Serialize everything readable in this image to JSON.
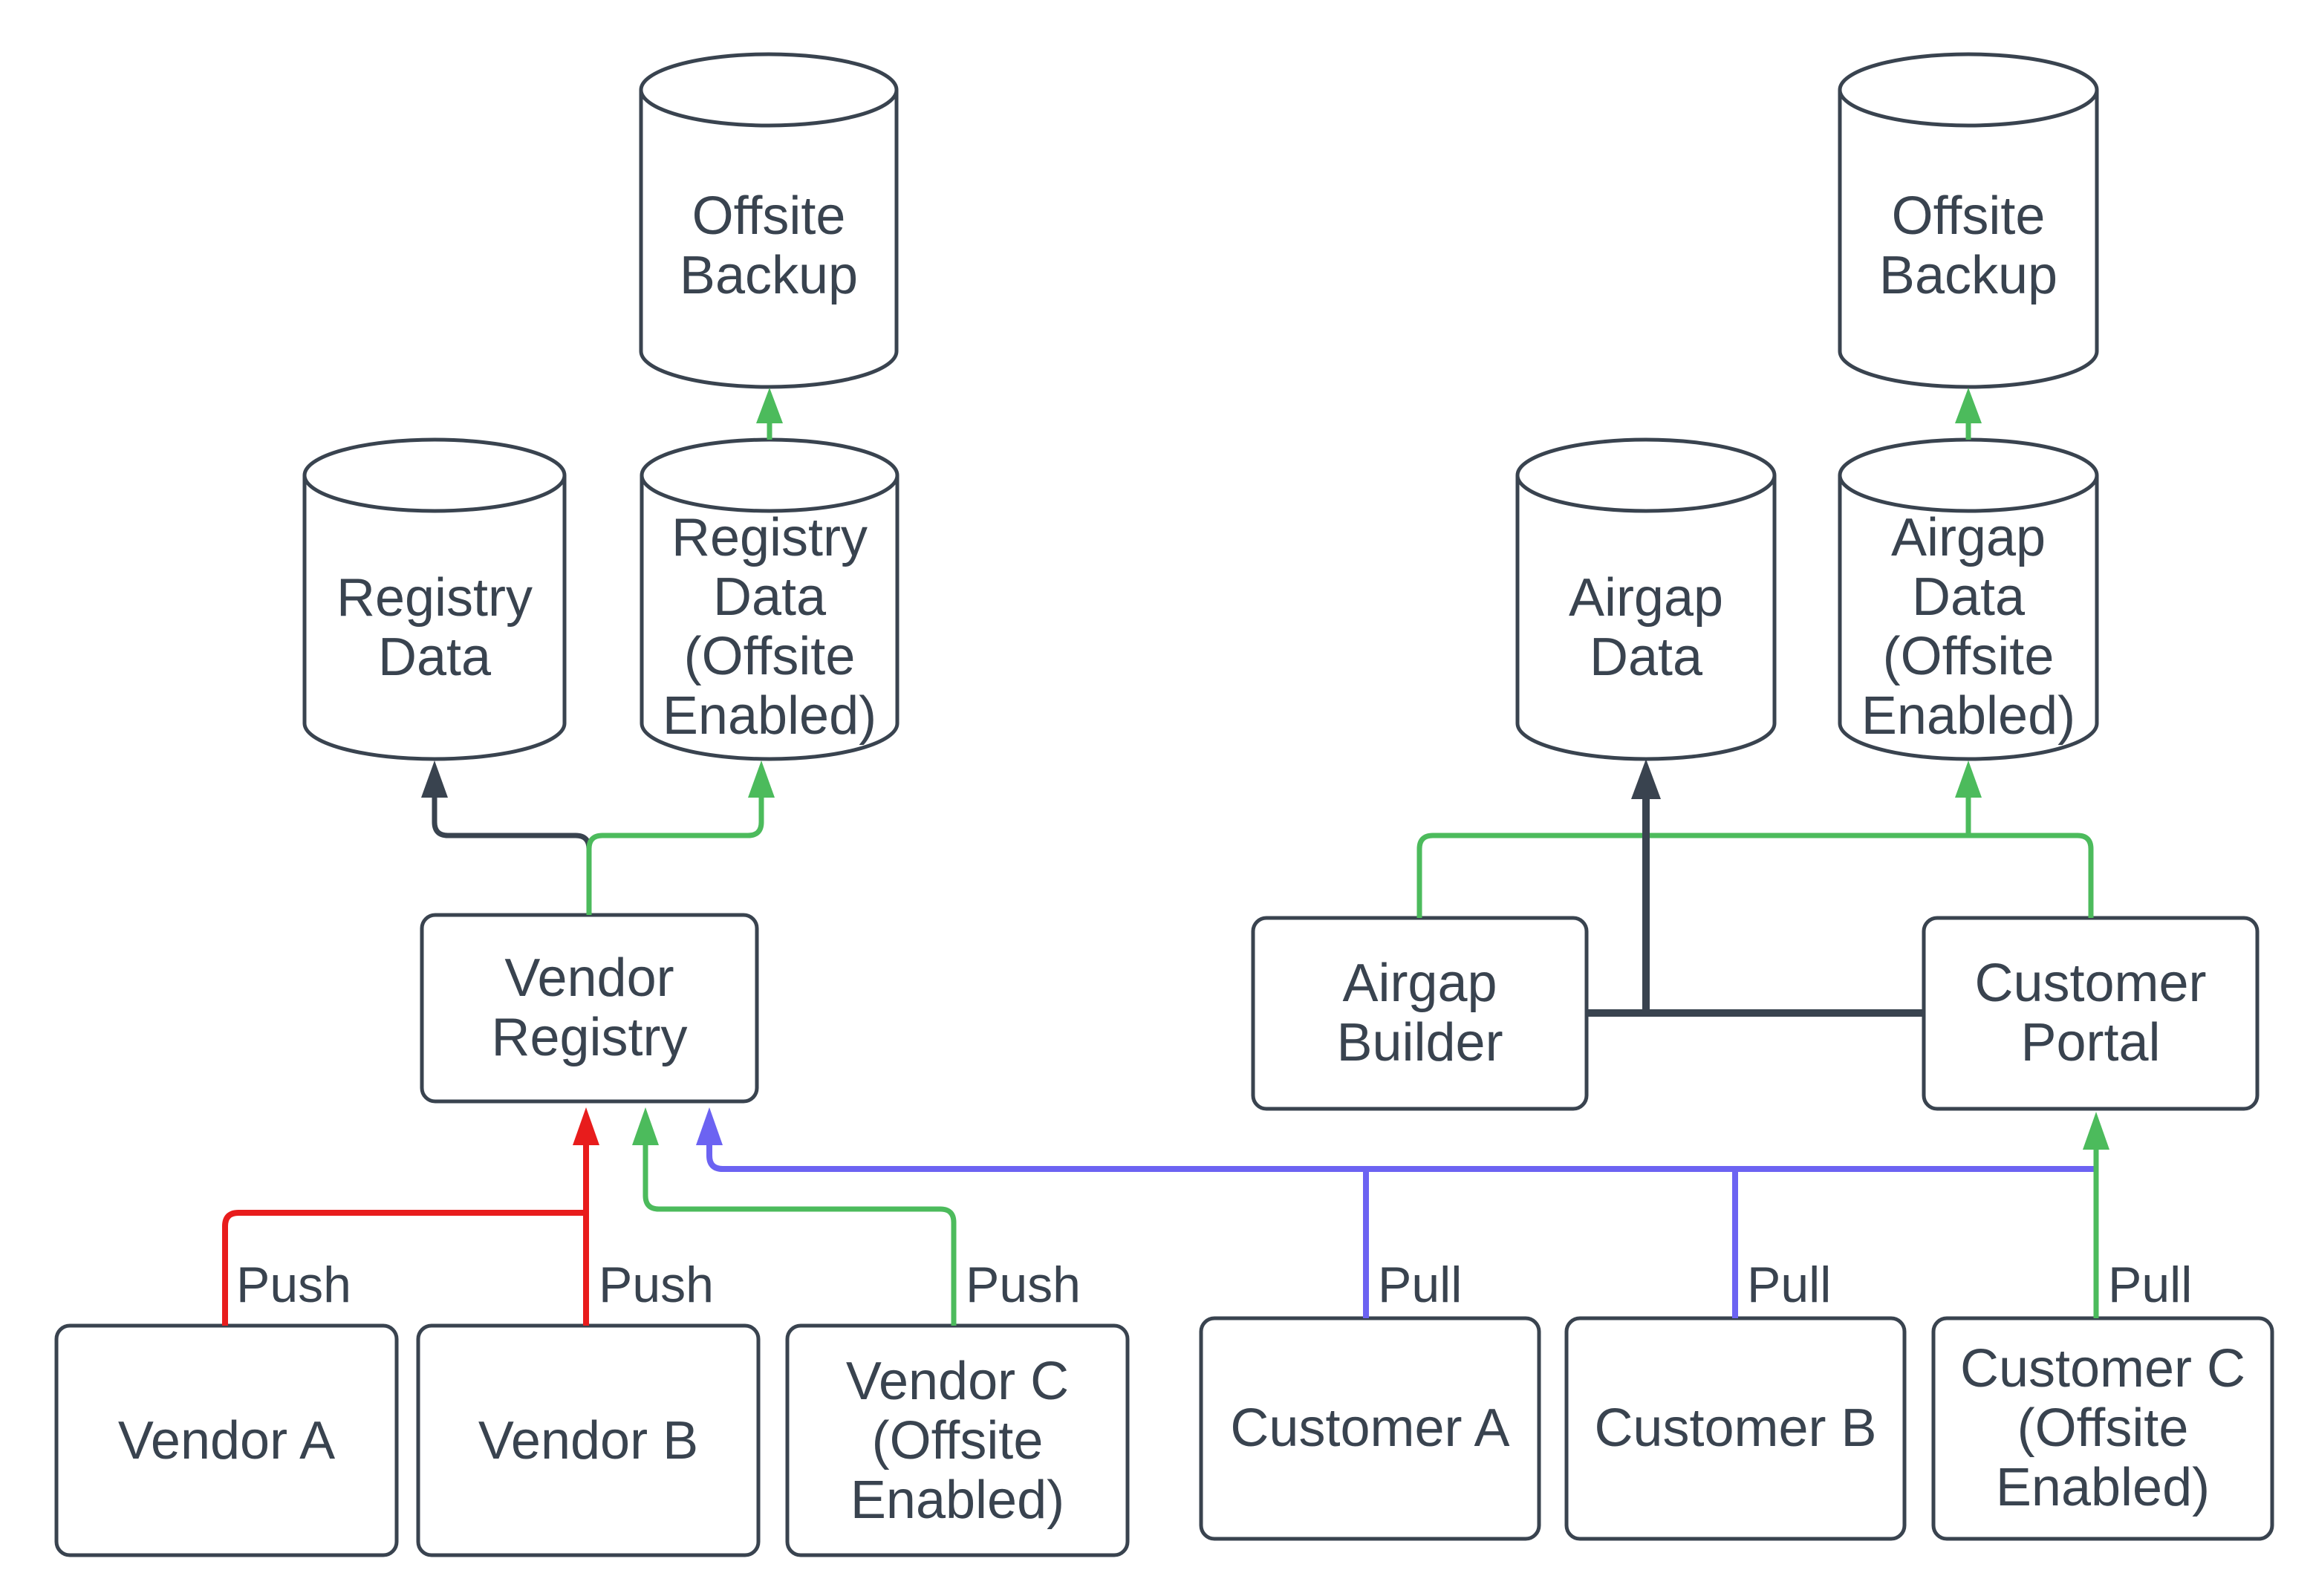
{
  "diagram": {
    "title": "Vendor registry and customer pull architecture with offsite backup",
    "colors": {
      "shape_stroke": "#39434F",
      "text": "#39434F",
      "background": "#FFFFFF",
      "push_red": "#E81C1C",
      "offsite_green": "#4CBB5C",
      "pull_blue": "#6C63F2",
      "data_dark": "#39434F"
    },
    "nodes": {
      "offsite_backup_left": {
        "label": "Offsite\nBackup",
        "shape": "cylinder"
      },
      "registry_data": {
        "label": "Registry\nData",
        "shape": "cylinder"
      },
      "registry_data_offsite": {
        "label": "Registry\nData\n(Offsite\nEnabled)",
        "shape": "cylinder"
      },
      "vendor_registry": {
        "label": "Vendor\nRegistry",
        "shape": "box"
      },
      "vendor_a": {
        "label": "Vendor A",
        "shape": "box"
      },
      "vendor_b": {
        "label": "Vendor B",
        "shape": "box"
      },
      "vendor_c": {
        "label": "Vendor C\n(Offsite\nEnabled)",
        "shape": "box"
      },
      "offsite_backup_right": {
        "label": "Offsite\nBackup",
        "shape": "cylinder"
      },
      "airgap_data": {
        "label": "Airgap\nData",
        "shape": "cylinder"
      },
      "airgap_data_offsite": {
        "label": "Airgap\nData\n(Offsite\nEnabled)",
        "shape": "cylinder"
      },
      "airgap_builder": {
        "label": "Airgap\nBuilder",
        "shape": "box"
      },
      "customer_portal": {
        "label": "Customer\nPortal",
        "shape": "box"
      },
      "customer_a": {
        "label": "Customer A",
        "shape": "box"
      },
      "customer_b": {
        "label": "Customer B",
        "shape": "box"
      },
      "customer_c": {
        "label": "Customer C\n(Offsite\nEnabled)",
        "shape": "box"
      }
    },
    "edge_labels": {
      "push_a": "Push",
      "push_b": "Push",
      "push_c": "Push",
      "pull_a": "Pull",
      "pull_b": "Pull",
      "pull_c": "Pull"
    },
    "edges": [
      {
        "from": "vendor_a",
        "to": "vendor_registry",
        "label": "Push",
        "color": "#E81C1C"
      },
      {
        "from": "vendor_b",
        "to": "vendor_registry",
        "label": "Push",
        "color": "#E81C1C"
      },
      {
        "from": "vendor_c",
        "to": "vendor_registry",
        "label": "Push",
        "color": "#4CBB5C"
      },
      {
        "from": "customer_a",
        "to": "vendor_registry",
        "label": "Pull",
        "color": "#6C63F2"
      },
      {
        "from": "customer_b",
        "to": "vendor_registry",
        "label": "Pull",
        "color": "#6C63F2"
      },
      {
        "from": "customer_c",
        "to": "customer_portal",
        "label": "Pull",
        "color": "#4CBB5C"
      },
      {
        "from": "vendor_registry",
        "to": "registry_data",
        "label": "",
        "color": "#39434F"
      },
      {
        "from": "vendor_registry",
        "to": "registry_data_offsite",
        "label": "",
        "color": "#4CBB5C"
      },
      {
        "from": "registry_data_offsite",
        "to": "offsite_backup_left",
        "label": "",
        "color": "#4CBB5C"
      },
      {
        "from": "airgap_builder",
        "to": "airgap_data",
        "label": "",
        "color": "#39434F"
      },
      {
        "from": "customer_portal",
        "to": "airgap_data",
        "label": "",
        "color": "#39434F"
      },
      {
        "from": "airgap_builder",
        "to": "airgap_data_offsite",
        "label": "",
        "color": "#4CBB5C"
      },
      {
        "from": "customer_portal",
        "to": "airgap_data_offsite",
        "label": "",
        "color": "#4CBB5C"
      },
      {
        "from": "airgap_data_offsite",
        "to": "offsite_backup_right",
        "label": "",
        "color": "#4CBB5C"
      }
    ]
  }
}
